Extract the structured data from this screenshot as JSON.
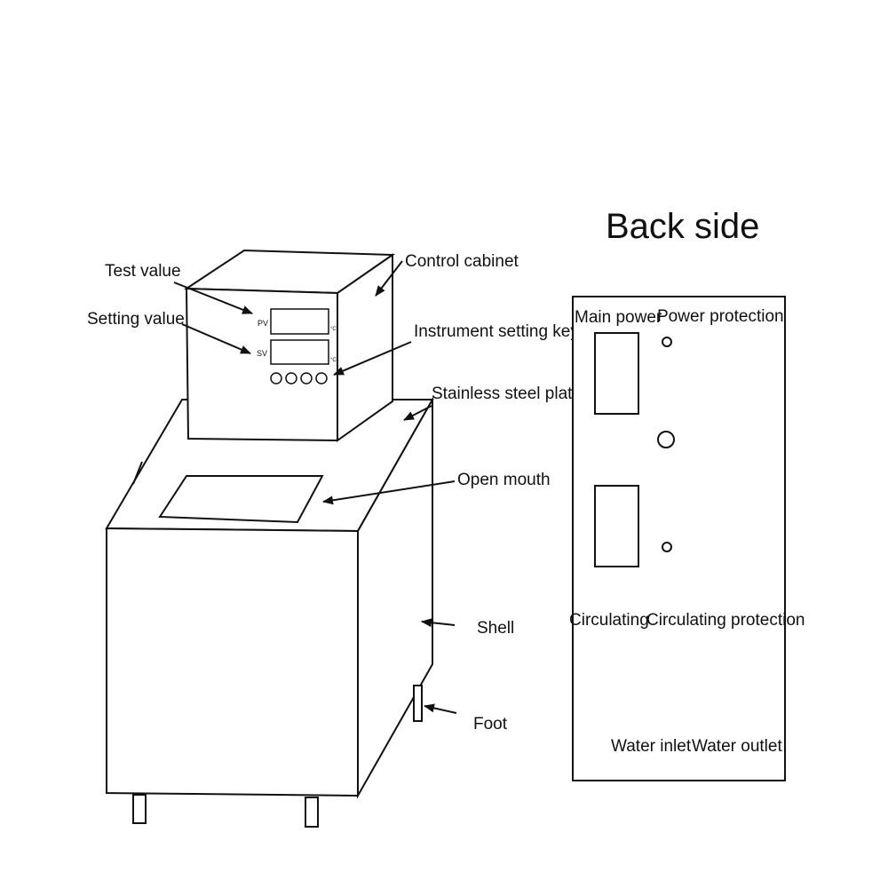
{
  "diagram": {
    "back_title": "Back side",
    "labels": {
      "test_value": "Test value",
      "setting_value": "Setting value",
      "control_cabinet": "Control cabinet",
      "instrument_setting_key": "Instrument setting key",
      "stainless_steel_platen": "Stainless steel platen",
      "open_mouth": "Open mouth",
      "shell": "Shell",
      "foot": "Foot"
    },
    "display": {
      "pv": "PV",
      "sv": "SV",
      "unit": "°C"
    },
    "back_labels": {
      "main_power": "Main power",
      "power_protection": "Power protection",
      "circulating": "Circulating",
      "circulating_protection": "Circulating protection",
      "water_inlet": "Water inlet",
      "water_outlet": "Water outlet"
    }
  }
}
